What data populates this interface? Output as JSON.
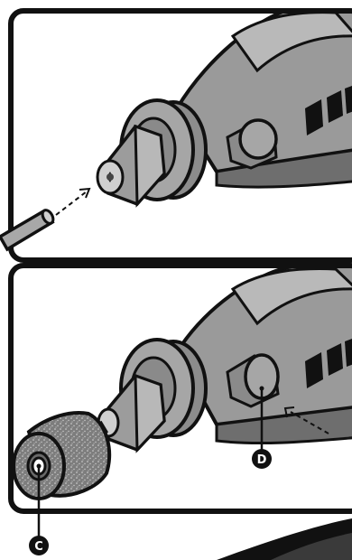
{
  "panels": [
    {
      "id": "top",
      "step": "insert-accessory-shank"
    },
    {
      "id": "bottom",
      "step": "press-shaft-lock-button"
    }
  ],
  "callouts": {
    "shaft_lock_button": "D",
    "sanding_band_accessory": "C"
  },
  "colors": {
    "outline": "#111111",
    "tool_body": "#9a9a9a",
    "tool_body_light": "#b9b9b9",
    "tool_body_dark": "#6e6e6e",
    "metal": "#a8a8a8",
    "sanding_band": "#7d7d7d",
    "background": "#ffffff"
  }
}
